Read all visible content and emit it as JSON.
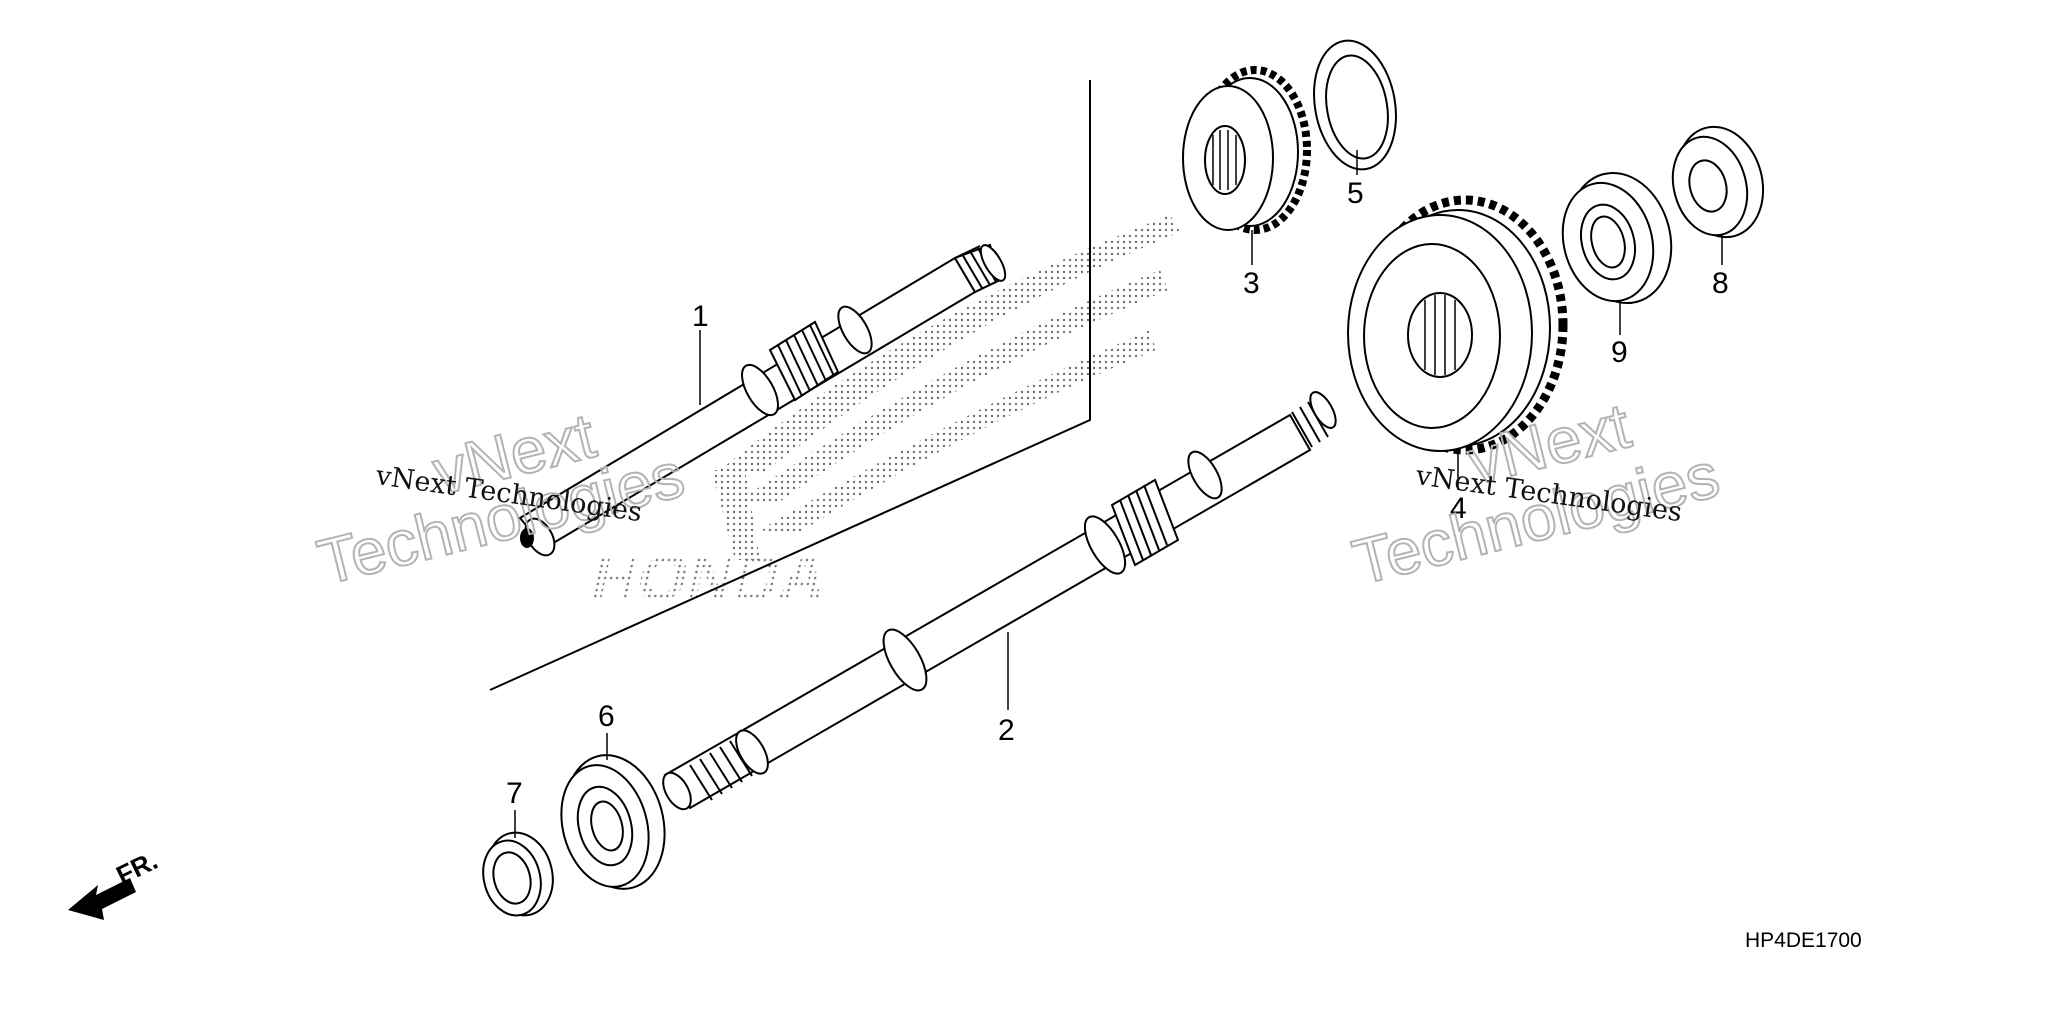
{
  "diagram": {
    "callouts": [
      "1",
      "2",
      "3",
      "4",
      "5",
      "6",
      "7",
      "8",
      "9"
    ],
    "direction_label": "FR.",
    "part_code": "HP4DE1700",
    "watermark": {
      "line1": "vNext",
      "line2": "Technologies",
      "caption": "vNext Technologies"
    },
    "brand_mark": "HONDA"
  }
}
